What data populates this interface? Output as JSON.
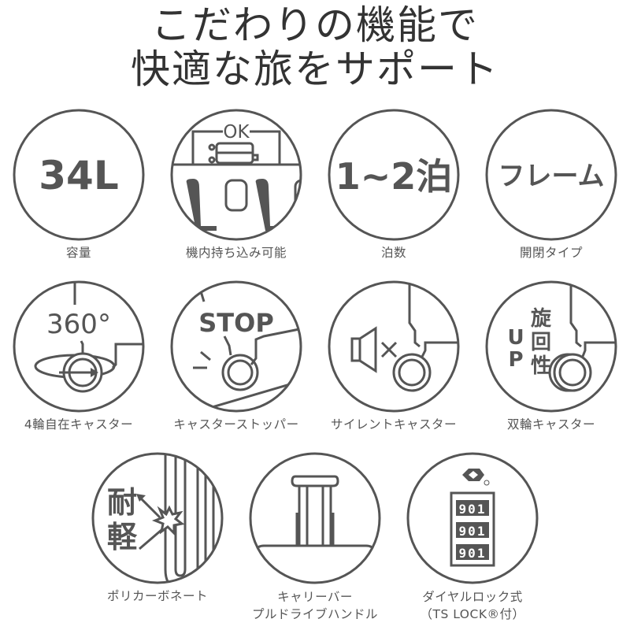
{
  "header": {
    "line1": "こだわりの機能で",
    "line2": "快適な旅をサポート"
  },
  "colors": {
    "stroke": "#555555",
    "title": "#333333",
    "background": "#ffffff"
  },
  "features": [
    {
      "icon": "capacity-icon",
      "text": "34L",
      "label": "容量"
    },
    {
      "icon": "carry-on-icon",
      "text": "OK",
      "label": "機内持ち込み可能"
    },
    {
      "icon": "nights-icon",
      "text": "1~2泊",
      "label": "泊数"
    },
    {
      "icon": "frame-icon",
      "text": "フレーム",
      "label": "開閉タイプ"
    },
    {
      "icon": "360-caster-icon",
      "text": "360°",
      "label": "4輪自在キャスター"
    },
    {
      "icon": "caster-stopper-icon",
      "text": "STOP",
      "label": "キャスターストッパー"
    },
    {
      "icon": "silent-caster-icon",
      "text": "",
      "label": "サイレントキャスター"
    },
    {
      "icon": "double-caster-icon",
      "text_up": "UP",
      "text_vertical": [
        "旋",
        "回",
        "性"
      ],
      "label": "双輪キャスター"
    },
    {
      "icon": "polycarbonate-icon",
      "text_vertical": [
        "耐",
        "軽"
      ],
      "label": "ポリカーボネート"
    },
    {
      "icon": "carry-bar-icon",
      "label": "キャリーバー",
      "label2": "プルドライブハンドル"
    },
    {
      "icon": "dial-lock-icon",
      "digits": [
        "901",
        "901",
        "901"
      ],
      "label": "ダイヤルロック式",
      "label2": "（TS LOCK®付）"
    }
  ]
}
